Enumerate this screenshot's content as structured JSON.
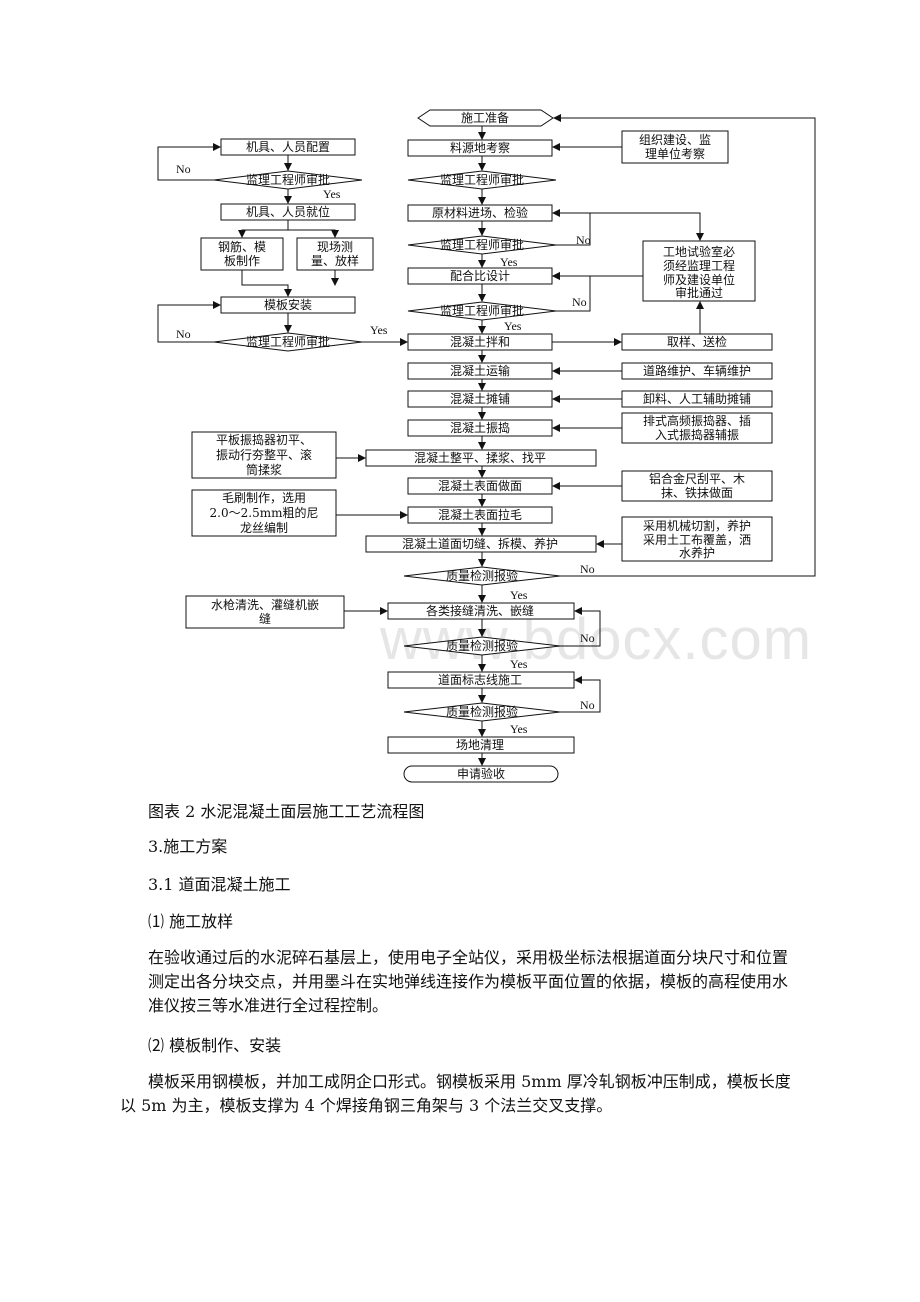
{
  "watermark": "www.bdocx.com",
  "flow": {
    "start": "施工准备",
    "left_col": [
      "机具、人员配置",
      "监理工程师审批",
      "机具、人员就位",
      "钢筋、模",
      "板制作",
      "现场测",
      "量、放样",
      "模板安装",
      "监理工程师审批"
    ],
    "main": [
      "料源地考察",
      "监理工程师审批",
      "原材料进场、检验",
      "监理工程师审批",
      "配合比设计",
      "监理工程师审批",
      "混凝土拌和",
      "混凝土运输",
      "混凝土摊铺",
      "混凝土振捣",
      "混凝土整平、揉浆、找平",
      "混凝土表面做面",
      "混凝土表面拉毛",
      "混凝土道面切缝、拆模、养护",
      "质量检测报验",
      "各类接缝清洗、嵌缝",
      "质量检测报验",
      "道面标志线施工",
      "质量检测报验",
      "场地清理",
      "申请验收"
    ],
    "right": [
      "组织建设、监",
      "理单位考察",
      "工地试验室必",
      "须经监理工程",
      "师及建设单位",
      "审批通过",
      "取样、送检",
      "道路维护、车辆维护",
      "卸料、人工辅助摊铺",
      "排式高频振捣器、插",
      "入式振捣器辅振",
      "铝合金尺刮平、木",
      "抹、铁抹做面",
      "采用机械切割，养护",
      "采用土工布覆盖，洒",
      "水养护"
    ],
    "left_notes": [
      "平板振捣器初平、",
      "振动行夯整平、滚",
      "筒揉浆",
      "毛刷制作，选用",
      "2.0～2.5mm粗的尼",
      "龙丝编制",
      "水枪清洗、灌缝机嵌",
      "缝"
    ],
    "yes": "Yes",
    "no": "No"
  },
  "doc": {
    "caption": "图表 2 水泥混凝土面层施工工艺流程图",
    "h1": "3.施工方案",
    "h2": "3.1 道面混凝土施工",
    "h3a": "⑴ 施工放样",
    "p1": "在验收通过后的水泥碎石基层上，使用电子全站仪，采用极坐标法根据道面分块尺寸和位置测定出各分块交点，并用墨斗在实地弹线连接作为模板平面位置的依据，模板的高程使用水准仪按三等水准进行全过程控制。",
    "h3b": "⑵ 模板制作、安装",
    "p2": "模板采用钢模板，并加工成阴企口形式。钢模板采用 5mm 厚冷轧钢板冲压制成，模板长度以 5m 为主，模板支撑为 4 个焊接角钢三角架与 3 个法兰交叉支撑。"
  }
}
